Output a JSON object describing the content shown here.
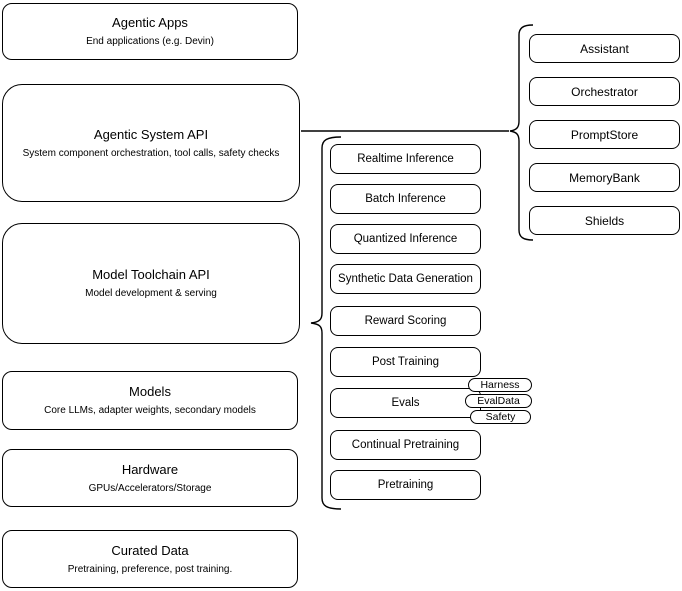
{
  "diagram": {
    "left_stack": [
      {
        "title": "Agentic Apps",
        "subtitle": "End applications (e.g. Devin)"
      },
      {
        "title": "Agentic System API",
        "subtitle": "System component orchestration, tool calls, safety checks"
      },
      {
        "title": "Model Toolchain API",
        "subtitle": "Model development & serving"
      },
      {
        "title": "Models",
        "subtitle": "Core LLMs, adapter weights, secondary models"
      },
      {
        "title": "Hardware",
        "subtitle": "GPUs/Accelerators/Storage"
      },
      {
        "title": "Curated Data",
        "subtitle": "Pretraining, preference, post training."
      }
    ],
    "toolchain_components": [
      "Realtime Inference",
      "Batch Inference",
      "Quantized Inference",
      "Synthetic Data Generation",
      "Reward Scoring",
      "Post Training",
      "Evals",
      "Continual Pretraining",
      "Pretraining"
    ],
    "evals_tags": [
      "Harness",
      "EvalData",
      "Safety"
    ],
    "system_components": [
      "Assistant",
      "Orchestrator",
      "PromptStore",
      "MemoryBank",
      "Shields"
    ],
    "colors": {
      "stroke": "#000000",
      "fill": "#ffffff"
    }
  }
}
